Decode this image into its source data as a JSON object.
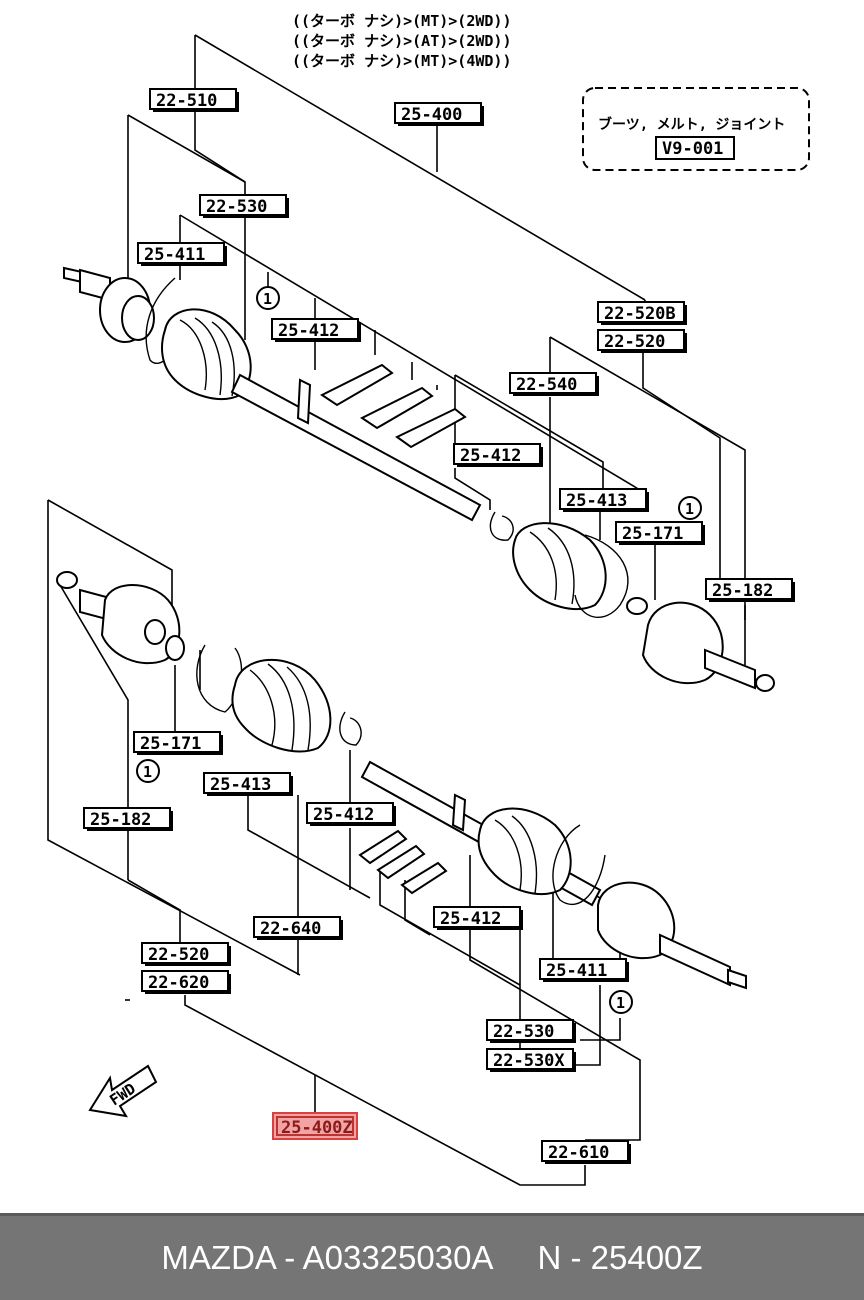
{
  "header_lines": [
    "((ターボ ナシ)>(MT)>(2WD))",
    "((ターボ ナシ)>(AT)>(2WD))",
    "((ターボ ナシ)>(MT)>(4WD))"
  ],
  "reference_box": {
    "caption": "ブーツ, メルト, ジョイント",
    "code": "V9-001"
  },
  "circle_marker": "1",
  "labels": {
    "l22_510": "22-510",
    "l25_400": "25-400",
    "l22_530_top": "22-530",
    "l25_411_top": "25-411",
    "l25_412_a": "25-412",
    "l22_520b": "22-520B",
    "l22_520_top": "22-520",
    "l22_540": "22-540",
    "l25_412_b": "25-412",
    "l25_413_top": "25-413",
    "l25_171_top": "25-171",
    "l25_182_top": "25-182",
    "l25_171_bot": "25-171",
    "l25_413_bot": "25-413",
    "l25_182_bot": "25-182",
    "l25_412_c": "25-412",
    "l22_640": "22-640",
    "l25_412_d": "25-412",
    "l22_520_bot": "22-520",
    "l22_620": "22-620",
    "l25_411_bot": "25-411",
    "l22_530_bot": "22-530",
    "l22_530x": "22-530X",
    "l25_400z": "25-400Z",
    "l22_610": "22-610"
  },
  "fwd_label": "FWD",
  "footer": {
    "text": "MAZDA - A03325030A     N - 25400Z"
  },
  "colors": {
    "footer_bg": "#757575",
    "highlight": "#f2a3a3"
  }
}
